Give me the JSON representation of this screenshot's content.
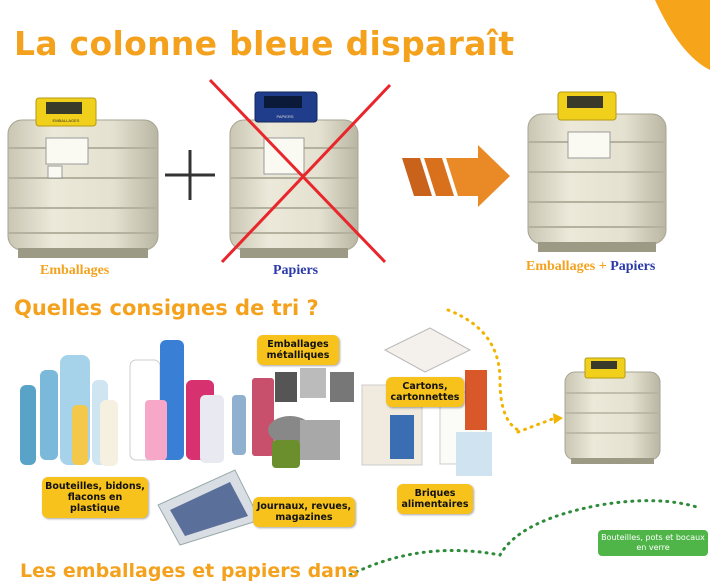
{
  "title": "La colonne bleue disparaît",
  "containers": {
    "left_label": "Emballages",
    "middle_label": "Papiers",
    "result_label_a": "Emballages",
    "result_plus": "+",
    "result_label_b": "Papiers",
    "lid_text_yellow": "EMBALLAGES",
    "lid_text_blue": "PAPIERS"
  },
  "section2_title": "Quelles consignes de tri ?",
  "categories": {
    "plastic": "Bouteilles, bidons, flacons en plastique",
    "metal": "Emballages métalliques",
    "cartons": "Cartons, cartonnettes",
    "journaux": "Journaux, revues, magazines",
    "briques": "Briques alimentaires",
    "verre": "Bouteilles, pots et bocaux en verre"
  },
  "section3_title": "Les emballages et papiers dans",
  "colors": {
    "orange": "#f4a21e",
    "blue_text": "#2a3aa8",
    "yellow_tag": "#f7c21c",
    "green_tag": "#4fb548",
    "cross_red": "#e8262b"
  }
}
